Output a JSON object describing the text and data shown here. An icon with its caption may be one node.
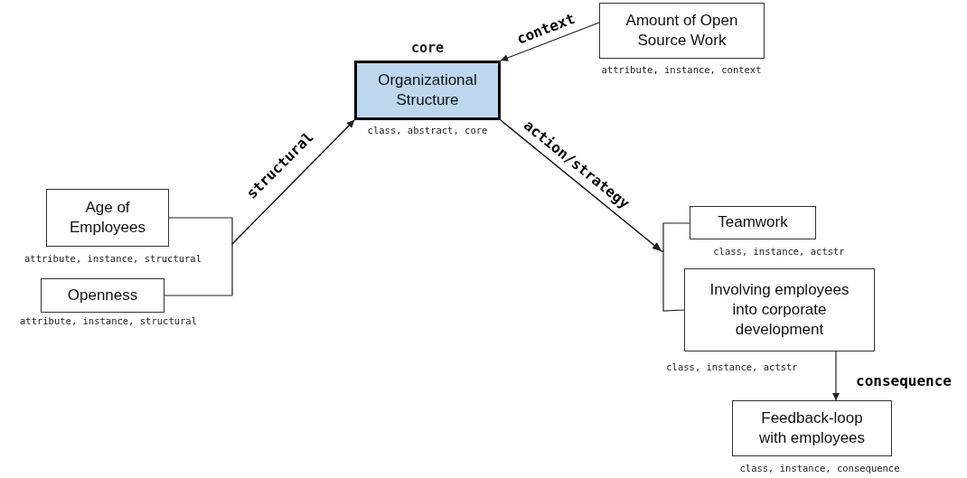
{
  "diagram": {
    "nodes": [
      {
        "text": [
          "Organizational Structure"
        ],
        "beside": [
          "core",
          "class, abstract, core"
        ]
      },
      {
        "text": [
          "Amount of Open Source Work"
        ],
        "beside": [
          "attribute, instance, context"
        ]
      },
      {
        "text": [
          "Age of Employees"
        ],
        "beside": [
          "attribute, instance, structural"
        ]
      },
      {
        "text": [
          "Openness"
        ],
        "beside": [
          "attribute, instance, structural"
        ]
      },
      {
        "text": [
          "Teamwork"
        ],
        "beside": [
          "class, instance, actstr"
        ]
      },
      {
        "text": [
          "Involving employees into corporate development"
        ],
        "beside": [
          "class, instance, actstr"
        ]
      },
      {
        "text": [
          "Feedback-loop with employees"
        ],
        "beside": [
          "class, instance, consequence"
        ]
      }
    ],
    "edges": [
      {
        "from": 1,
        "to": 0,
        "arrow": "to",
        "label": "context"
      },
      {
        "from": 2,
        "to": 0,
        "arrow": "to",
        "label": "structural"
      },
      {
        "from": 3,
        "to": 0,
        "arrow": "to"
      },
      {
        "from": 0,
        "to": 4,
        "arrow": "to",
        "label": "action/strategy"
      },
      {
        "from": 0,
        "to": 5,
        "arrow": "to"
      },
      {
        "from": 5,
        "to": 6,
        "arrow": "to",
        "label": "consequence"
      }
    ]
  }
}
